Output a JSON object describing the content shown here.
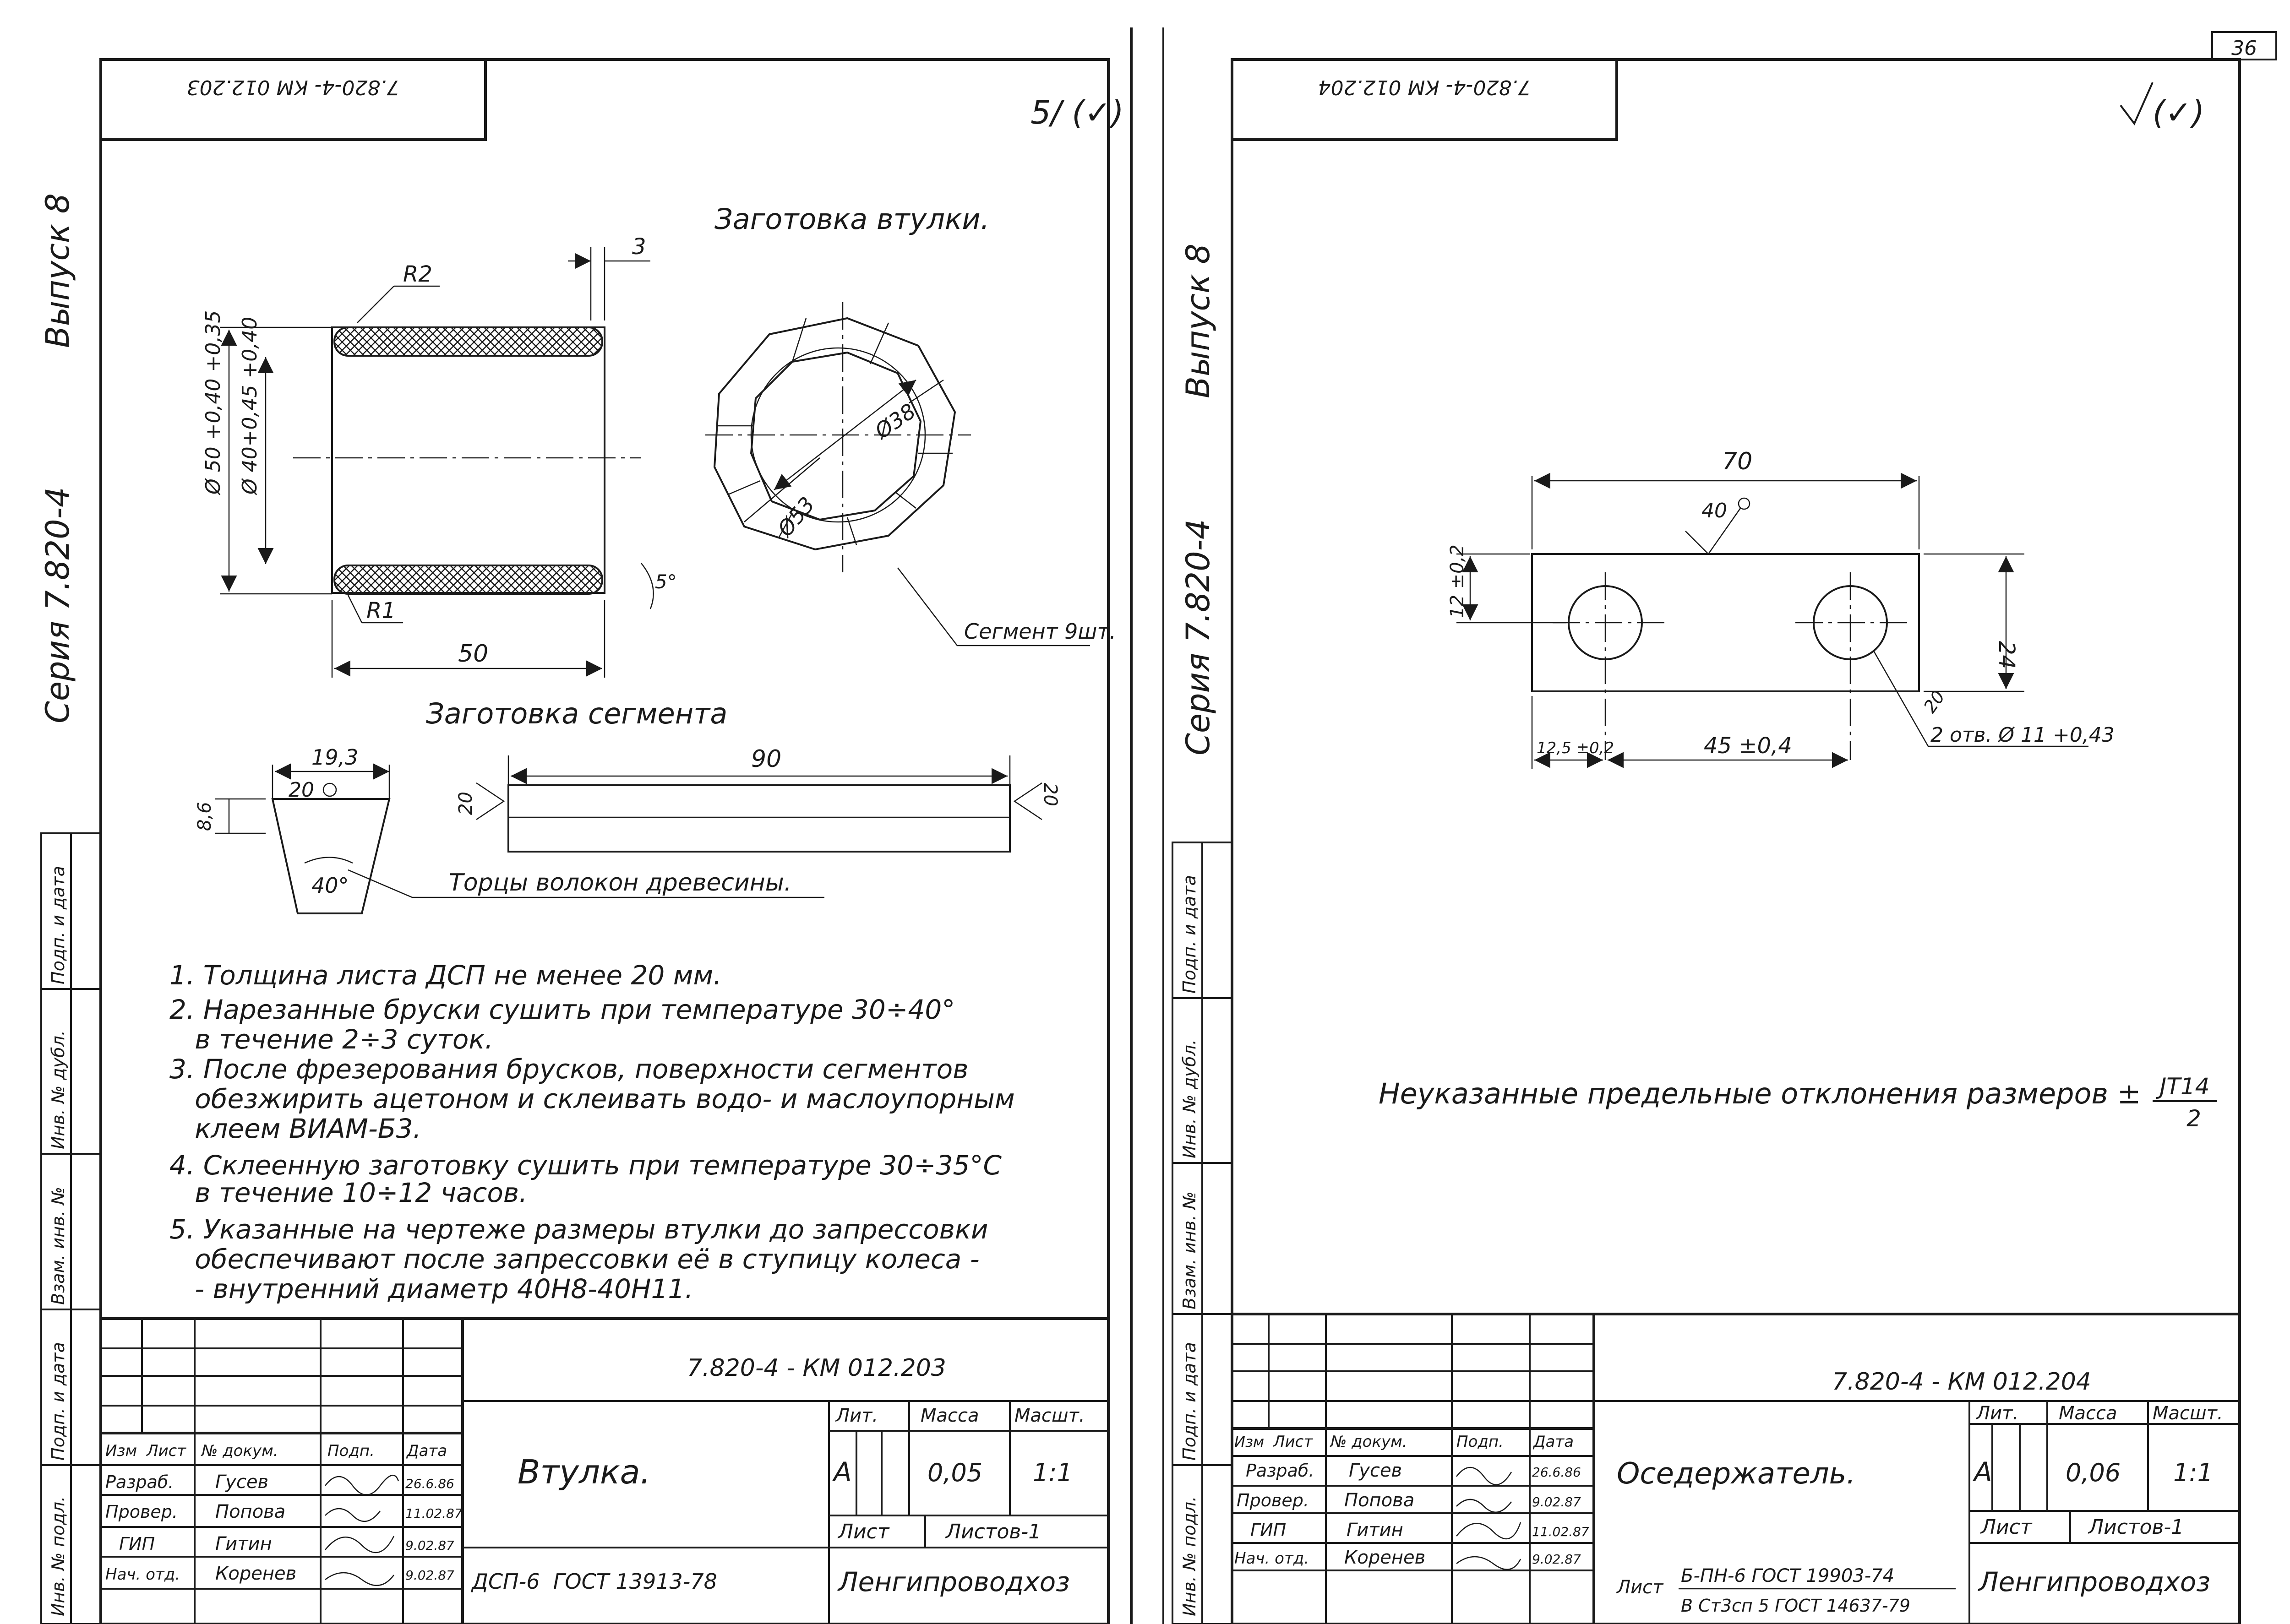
{
  "page_number": "36",
  "left": {
    "stamp_code": "7.820-4- КМ 012.203",
    "side_series": "Серия 7.820-4",
    "side_issue": "Выпуск 8",
    "roughness": "5/ (✓)",
    "view_title_1": "Заготовка втулки.",
    "view_title_2": "Заготовка сегмента",
    "dims": {
      "r2": "R2",
      "r1": "R1",
      "three": "3",
      "fifty": "50",
      "d50": "Ø 50 +0,40 +0,35",
      "d40": "Ø 40+0,45 +0,40",
      "angle5": "5°",
      "d38": "Ø38",
      "d53": "Ø53",
      "segment_count": "Сегмент 9шт.",
      "seg_width": "19,3",
      "seg_h": "8,6",
      "seg_r": "20",
      "seg_angle": "40°",
      "len90": "90",
      "end20a": "20",
      "end20b": "20",
      "grain": "Торцы волокон древесины."
    },
    "notes": [
      "1. Толщина листа ДСП не менее 20 мм.",
      "2. Нарезанные бруски сушить при температуре 30÷40°",
      "   в течение 2÷3 суток.",
      "3. После фрезерования брусков, поверхности сегментов",
      "   обезжирить ацетоном и склеивать водо- и маслоупорным",
      "   клеем ВИАМ-Б3.",
      "4. Склеенную заготовку сушить при температуре 30÷35°C",
      "   в течение 10÷12 часов.",
      "5. Указанные на чертеже размеры втулки до запрессовки",
      "   обеспечивают после запрессовки её в ступицу колеса -",
      "   - внутренний диаметр 40Н8-40Н11."
    ],
    "side_labels": [
      "Подп. и дата",
      "Инв. № дубл.",
      "Взам. инв. №",
      "Подп. и дата",
      "Инв. № подл."
    ],
    "title_block": {
      "doc_code": "7.820-4 - КМ 012.203",
      "headers": [
        "Изм",
        "Лист",
        "№ докум.",
        "Подп.",
        "Дата"
      ],
      "rows": [
        {
          "role": "Разраб.",
          "name": "Гусев",
          "date": "26.6.86"
        },
        {
          "role": "Провер.",
          "name": "Попова",
          "date": "11.02.87"
        },
        {
          "role": "ГИП",
          "name": "Гитин",
          "date": "9.02.87"
        },
        {
          "role": "Нач. отд.",
          "name": "Коренев",
          "date": "9.02.87"
        }
      ],
      "part_name": "Втулка.",
      "lit_h": "Лит.",
      "mass_h": "Масса",
      "scale_h": "Масшт.",
      "lit": "А",
      "mass": "0,05",
      "scale": "1:1",
      "sheet_h": "Лист",
      "sheets_h": "Листов-1",
      "material": "ДСП-6  ГОСТ 13913-78",
      "org": "Ленгипроводхоз"
    }
  },
  "right": {
    "stamp_code": "7.820-4- КМ 012.204",
    "side_series": "Серия 7.820-4",
    "side_issue": "Выпуск 8",
    "roughness": "(✓)",
    "dims": {
      "len70": "70",
      "rough40": "40",
      "h12": "12 ±0,2",
      "h24": "24",
      "d125": "12,5 ±0,2",
      "d45": "45 ±0,4",
      "holes": "2 отв. Ø 11 +0,43",
      "rough20": "20"
    },
    "tolerance_note": "Неуказанные предельные отклонения размеров ±",
    "tolerance_num": "JT14",
    "tolerance_den": "2",
    "side_labels": [
      "Подп. и дата",
      "Инв. № дубл.",
      "Взам. инв. №",
      "Подп. и дата",
      "Инв. № подл."
    ],
    "title_block": {
      "doc_code": "7.820-4 - КМ 012.204",
      "headers": [
        "Изм",
        "Лист",
        "№ докум.",
        "Подп.",
        "Дата"
      ],
      "rows": [
        {
          "role": "Разраб.",
          "name": "Гусев",
          "date": "26.6.86"
        },
        {
          "role": "Провер.",
          "name": "Попова",
          "date": "9.02.87"
        },
        {
          "role": "ГИП",
          "name": "Гитин",
          "date": "11.02.87"
        },
        {
          "role": "Нач. отд.",
          "name": "Коренев",
          "date": "9.02.87"
        }
      ],
      "part_name": "Оседержатель.",
      "lit_h": "Лит.",
      "mass_h": "Масса",
      "scale_h": "Масшт.",
      "lit": "А",
      "mass": "0,06",
      "scale": "1:1",
      "sheet_h": "Лист",
      "sheets_h": "Листов-1",
      "material_1": "Б-ПН-6 ГОСТ 19903-74",
      "material_2": "В Ст3сп 5 ГОСТ 14637-79",
      "material_prefix": "Лист",
      "org": "Ленгипроводхоз"
    }
  }
}
